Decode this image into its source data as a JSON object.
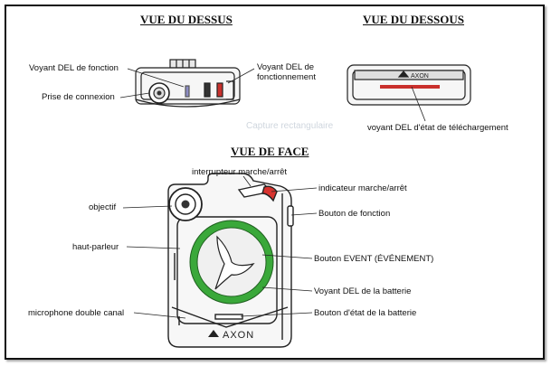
{
  "headings": {
    "top_view": "VUE DU DESSUS",
    "bottom_view": "VUE DU DESSOUS",
    "front_view": "VUE DE FACE"
  },
  "top_labels": {
    "function_led": "Voyant DEL de fonction",
    "connector": "Prise de connexion",
    "operation_led": "Voyant DEL de\nfonctionnement"
  },
  "bottom_labels": {
    "download_led": "voyant DEL d'état de téléchargement"
  },
  "front_labels": {
    "lens": "objectif",
    "speaker": "haut-parleur",
    "dual_mic": "microphone double canal",
    "power_switch": "interrupteur marche/arrêt",
    "power_indicator": "indicateur marche/arrêt",
    "function_button": "Bouton de fonction",
    "event_button": "Bouton EVENT (ÉVÉNEMENT)",
    "battery_led": "Voyant DEL de la batterie",
    "battery_status_button": "Bouton d'état de la batterie"
  },
  "brand": {
    "logo": "AXON"
  },
  "watermark": "Capture rectangulaire",
  "colors": {
    "ring_green": "#3aa83a",
    "indicator_red": "#d8332f",
    "stripe_red": "#c9302c"
  }
}
